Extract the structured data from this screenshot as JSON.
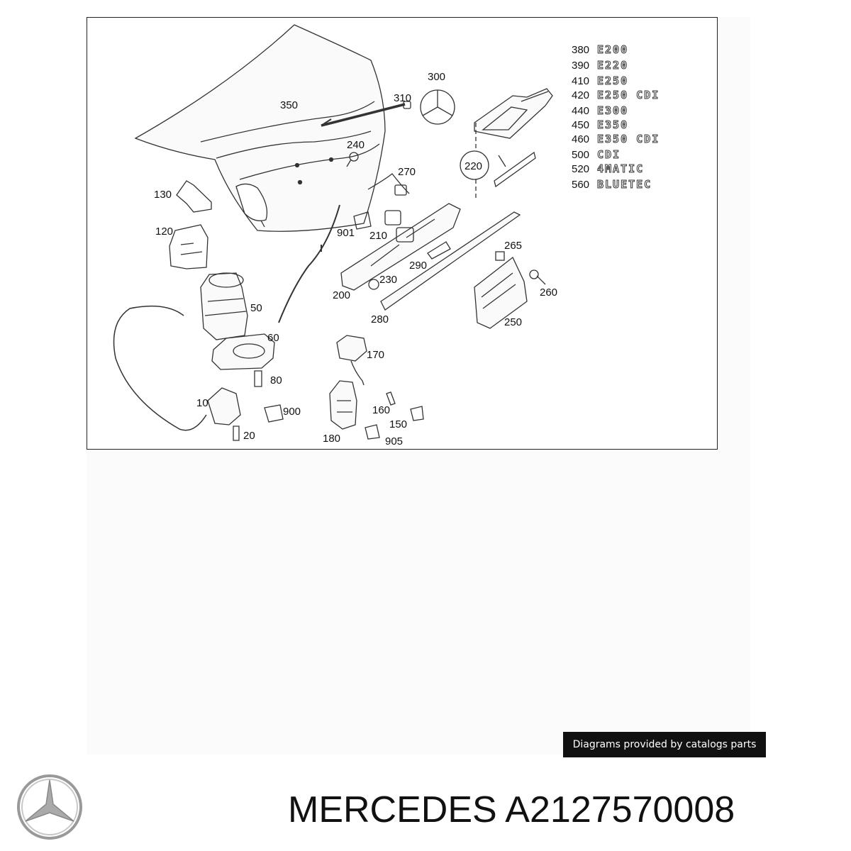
{
  "diagram": {
    "callouts": {
      "c10": "10",
      "c20": "20",
      "c50": "50",
      "c60": "60",
      "c80": "80",
      "c120": "120",
      "c130": "130",
      "c150": "150",
      "c160": "160",
      "c170": "170",
      "c180": "180",
      "c200": "200",
      "c210": "210",
      "c220": "220",
      "c230": "230",
      "c240": "240",
      "c250": "250",
      "c260": "260",
      "c265": "265",
      "c270": "270",
      "c280": "280",
      "c290": "290",
      "c300": "300",
      "c310": "310",
      "c350": "350",
      "c900": "900",
      "c901": "901",
      "c905": "905"
    },
    "variants": [
      {
        "num": "380",
        "badge": "E200"
      },
      {
        "num": "390",
        "badge": "E220"
      },
      {
        "num": "410",
        "badge": "E250"
      },
      {
        "num": "420",
        "badge": "E250 CDI"
      },
      {
        "num": "440",
        "badge": "E300"
      },
      {
        "num": "450",
        "badge": "E350"
      },
      {
        "num": "460",
        "badge": "E350 CDI"
      },
      {
        "num": "500",
        "badge": "CDI"
      },
      {
        "num": "520",
        "badge": "4MATIC"
      },
      {
        "num": "560",
        "badge": "BLUETEC"
      }
    ]
  },
  "credit": "Diagrams provided by catalogs parts",
  "brand": "MERCEDES",
  "part_number": "A2127570008",
  "logo_icon": "mercedes-star-icon"
}
